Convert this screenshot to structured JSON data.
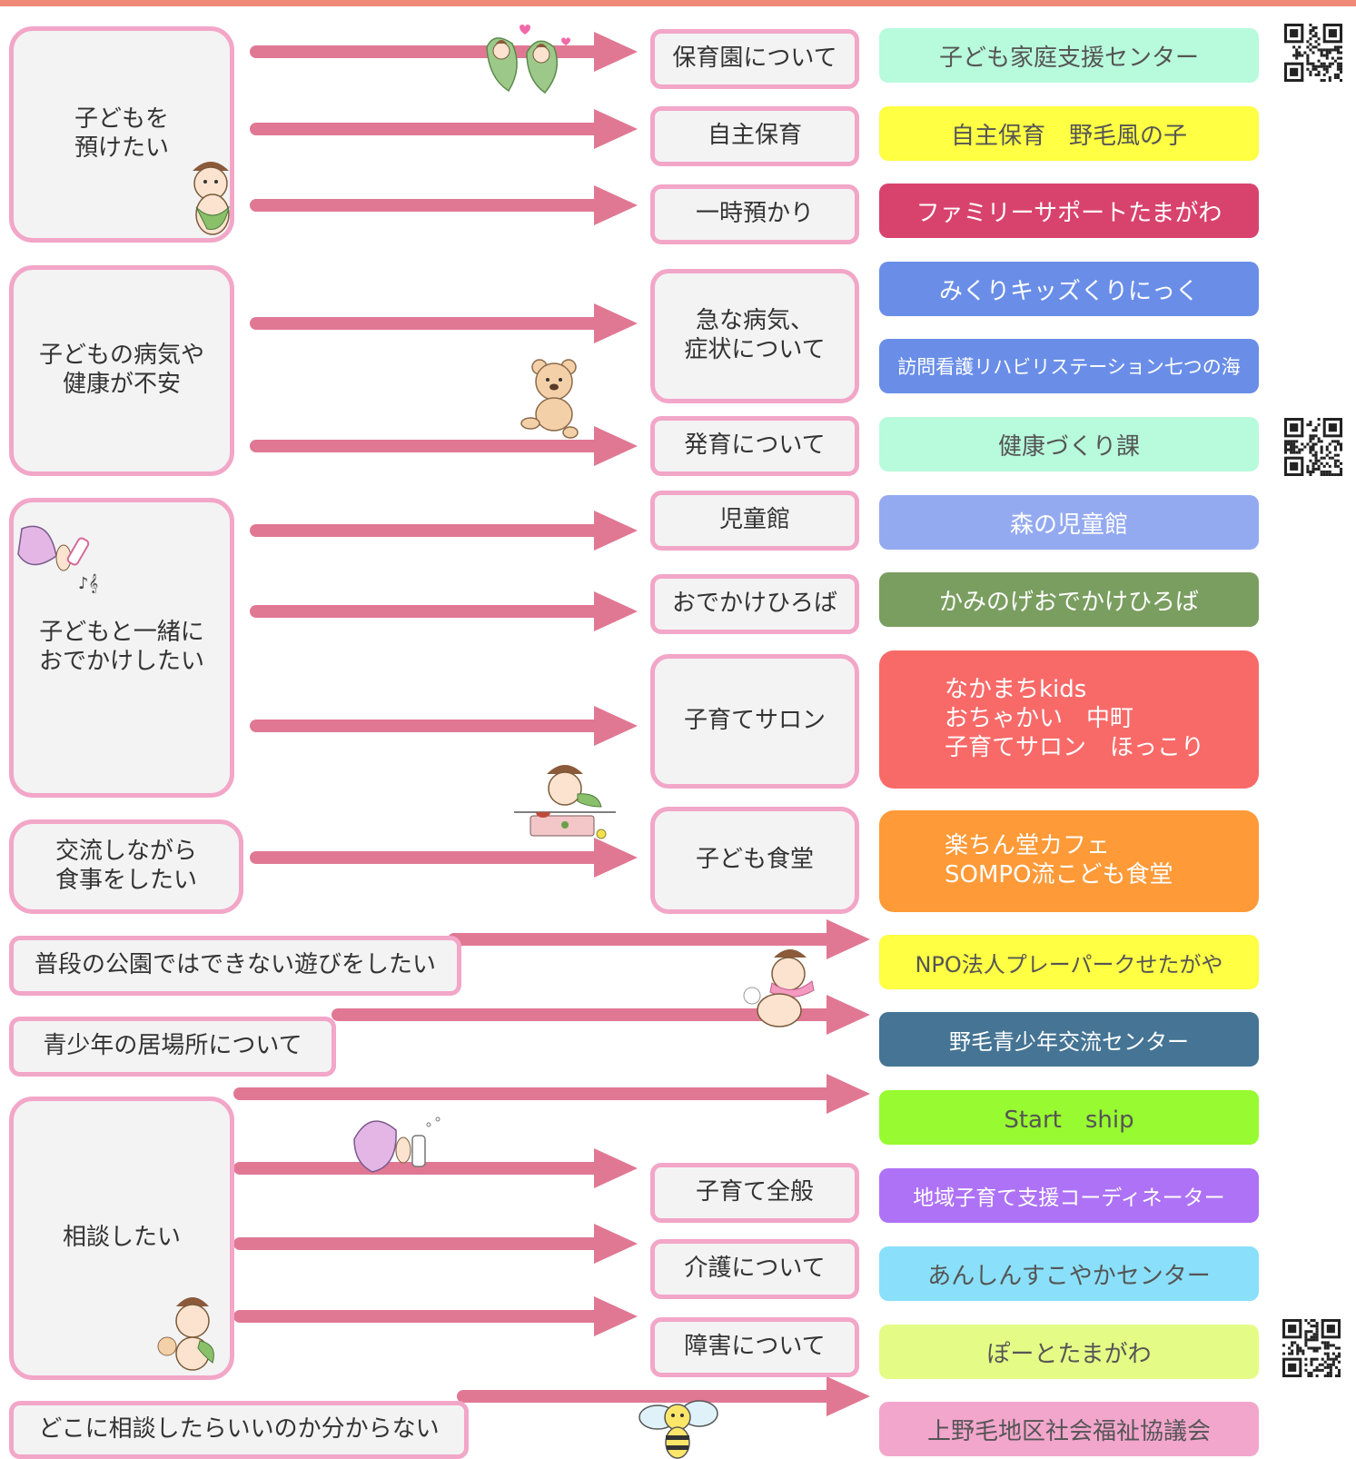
{
  "categories": {
    "childcare": "子どもを\n預けたい",
    "health": "子どもの病気や\n健康が不安",
    "outing": "子どもと一緒に\nおでかけしたい",
    "meal": "交流しながら\n食事をしたい",
    "park": "普段の公園ではできない遊びをしたい",
    "youth": "青少年の居場所について",
    "consult": "相談したい",
    "unknown": "どこに相談したらいいのか分からない"
  },
  "topics": {
    "nursery": "保育園について",
    "voluntary": "自主保育",
    "temporary": "一時預かり",
    "illness": "急な病気、\n症状について",
    "growth": "発育について",
    "jidokan": "児童館",
    "odekake": "おでかけひろば",
    "salon": "子育てサロン",
    "shokudo": "子ども食堂",
    "general": "子育て全般",
    "care": "介護について",
    "disability": "障害について"
  },
  "orgs": {
    "kodomo_katei": "子ども家庭支援センター",
    "jishu_hoiku": "自主保育　野毛風の子",
    "family_support": "ファミリーサポートたまがわ",
    "mikuri": "みくりキッズくりにっく",
    "houmon": "訪問看護リハビリステーション七つの海",
    "kenko": "健康づくり課",
    "mori": "森の児童館",
    "kaminoge": "かみのげおでかけひろば",
    "salons": "なかまちkids\nおちゃかい　中町\n子育てサロン　ほっこり",
    "cafe": "楽ちん堂カフェ\nSOMPO流こども食堂",
    "npo": "NPO法人プレーパークせたがや",
    "noge_youth": "野毛青少年交流センター",
    "start_ship": "Start　ship",
    "coordinator": "地域子育て支援コーディネーター",
    "anshin": "あんしんすこやかセンター",
    "potto": "ぽーとたまがわ",
    "shakyo": "上野毛地区社会福祉協議会"
  },
  "colors": {
    "top_bar": "#f08a78",
    "box_border": "#f2a6c8",
    "box_fill": "#f3f3f3",
    "arrow": "#e07894",
    "kodomo_katei": "#b8fadc",
    "jishu_hoiku": "#ffff44",
    "family_support": "#d8436e",
    "mikuri": "#6a8ee8",
    "houmon": "#6a8ee8",
    "kenko": "#b8fadc",
    "mori": "#94aaf0",
    "kaminoge": "#7a9e60",
    "salons": "#f86a68",
    "cafe": "#ff9a38",
    "npo": "#ffff44",
    "noge_youth": "#457494",
    "start_ship": "#98fa30",
    "coordinator": "#ae72f6",
    "anshin": "#8ae0fa",
    "potto": "#e4fc86",
    "shakyo": "#f2a6cc"
  },
  "icons": [
    "qr-code-icon",
    "leaf-babies-icon",
    "acorn-baby-icon",
    "teddy-bear-icon",
    "butterfly-icon",
    "acorn-eating-icon",
    "acorn-playing-icon",
    "bee-icon"
  ]
}
